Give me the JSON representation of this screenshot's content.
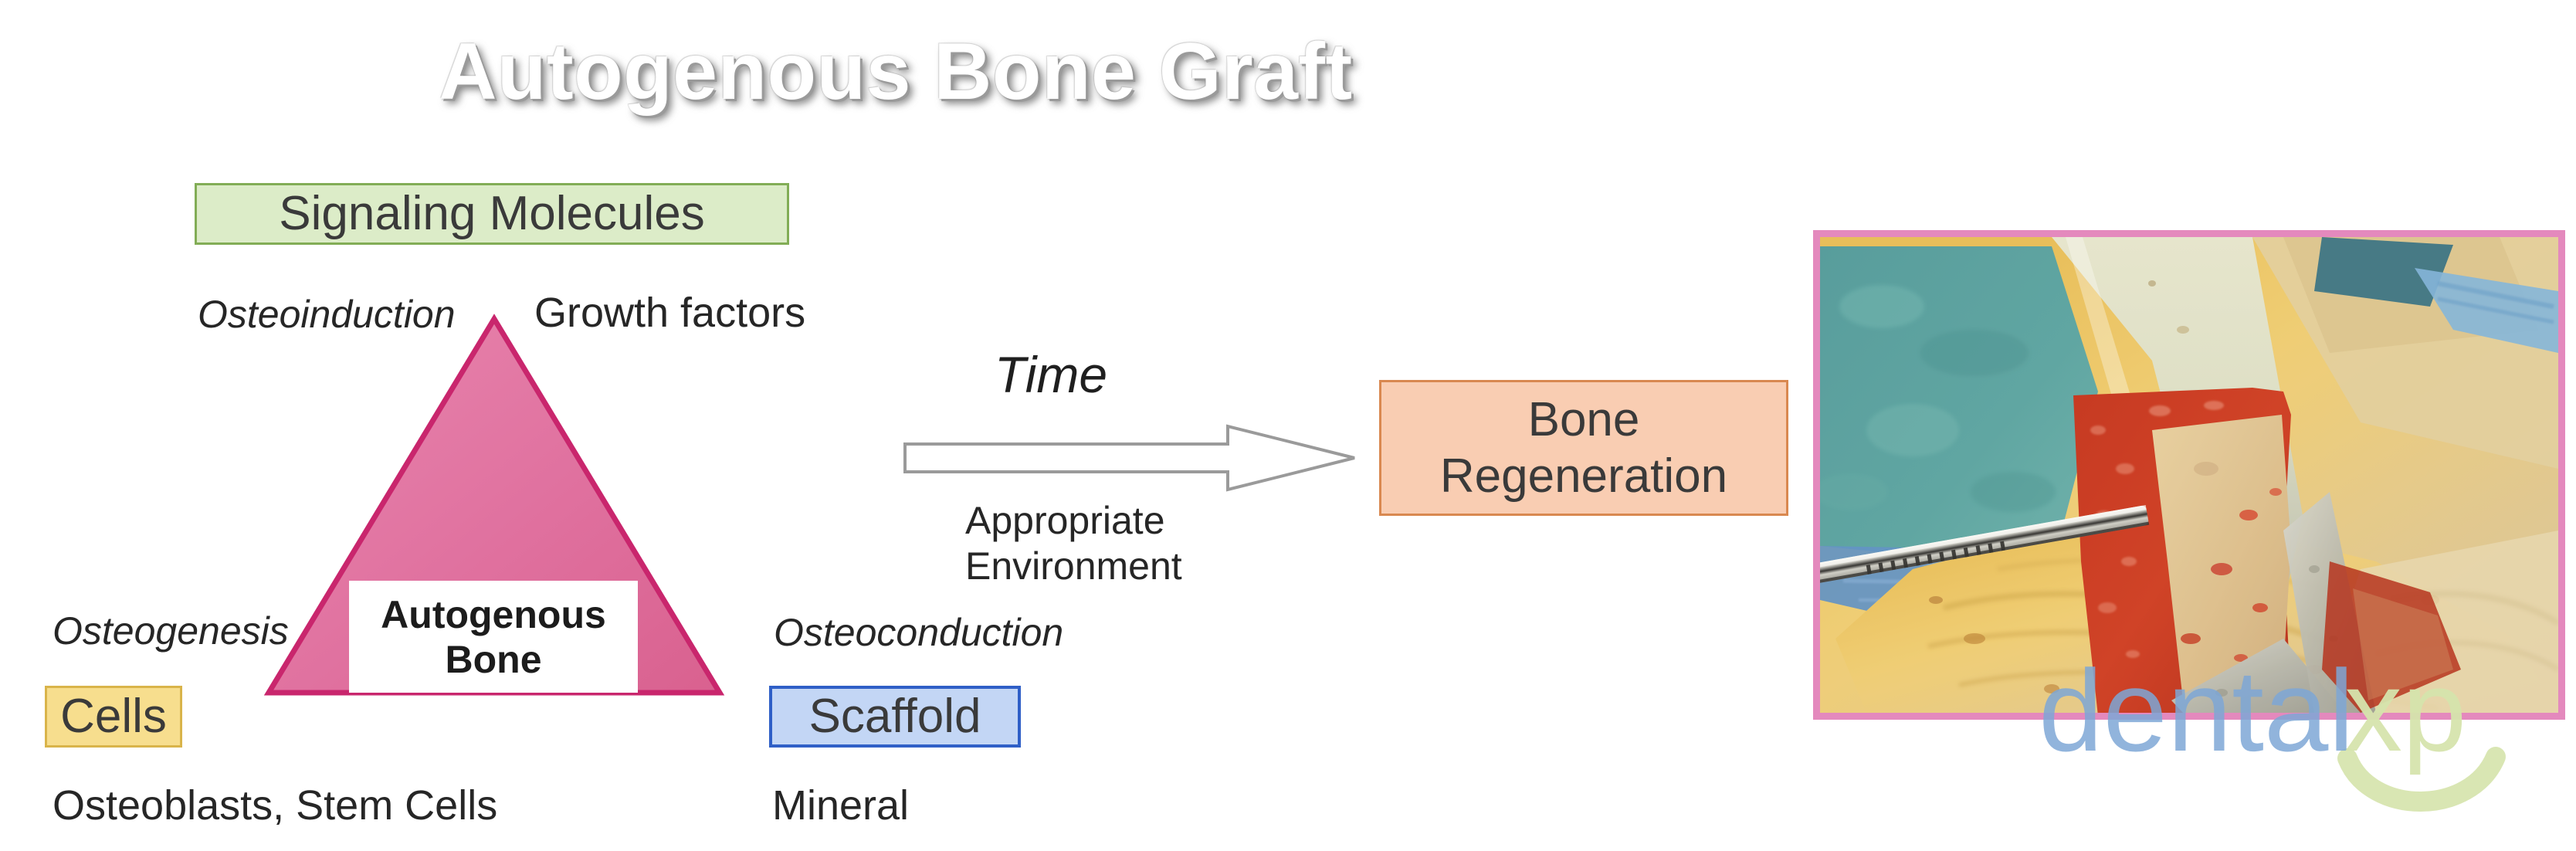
{
  "slide": {
    "title": "Autogenous Bone Graft",
    "background_color": "#ffffff"
  },
  "triangle": {
    "fill_color": "#e0719f",
    "stroke_color": "#c9266d",
    "center_label_line1": "Autogenous",
    "center_label_line2": "Bone"
  },
  "vertices": [
    {
      "id": "signaling",
      "box_label": "Signaling Molecules",
      "box_fill": "#dcecc8",
      "box_border": "#82ad56",
      "mechanism": "Osteoinduction",
      "example": "Growth factors"
    },
    {
      "id": "cells",
      "box_label": "Cells",
      "box_fill": "#f7de8e",
      "box_border": "#d9b44a",
      "mechanism": "Osteogenesis",
      "example": "Osteoblasts, Stem Cells"
    },
    {
      "id": "scaffold",
      "box_label": "Scaffold",
      "box_fill": "#c3d6f5",
      "box_border": "#2f5fc7",
      "mechanism": "Osteoconduction",
      "example": "Mineral"
    }
  ],
  "process": {
    "arrow_label_top": "Time",
    "arrow_label_bottom_line1": "Appropriate",
    "arrow_label_bottom_line2": "Environment",
    "arrow_fill": "#ffffff",
    "arrow_stroke": "#9a9a9a"
  },
  "outcome": {
    "label_line1": "Bone",
    "label_line2": "Regeneration",
    "box_fill": "#f9cdb2",
    "box_border": "#d98850"
  },
  "photo": {
    "alt_description": "Intraoperative photo of an autogenous bone graft block held with forceps over an iodine-stained surgical field with teal and blue drapes",
    "frame_border_color": "#e489bd"
  },
  "watermark": {
    "text_primary": "dental",
    "text_secondary": "xp",
    "color_primary": "#7ea7d6",
    "color_secondary": "#d6e4ad"
  }
}
